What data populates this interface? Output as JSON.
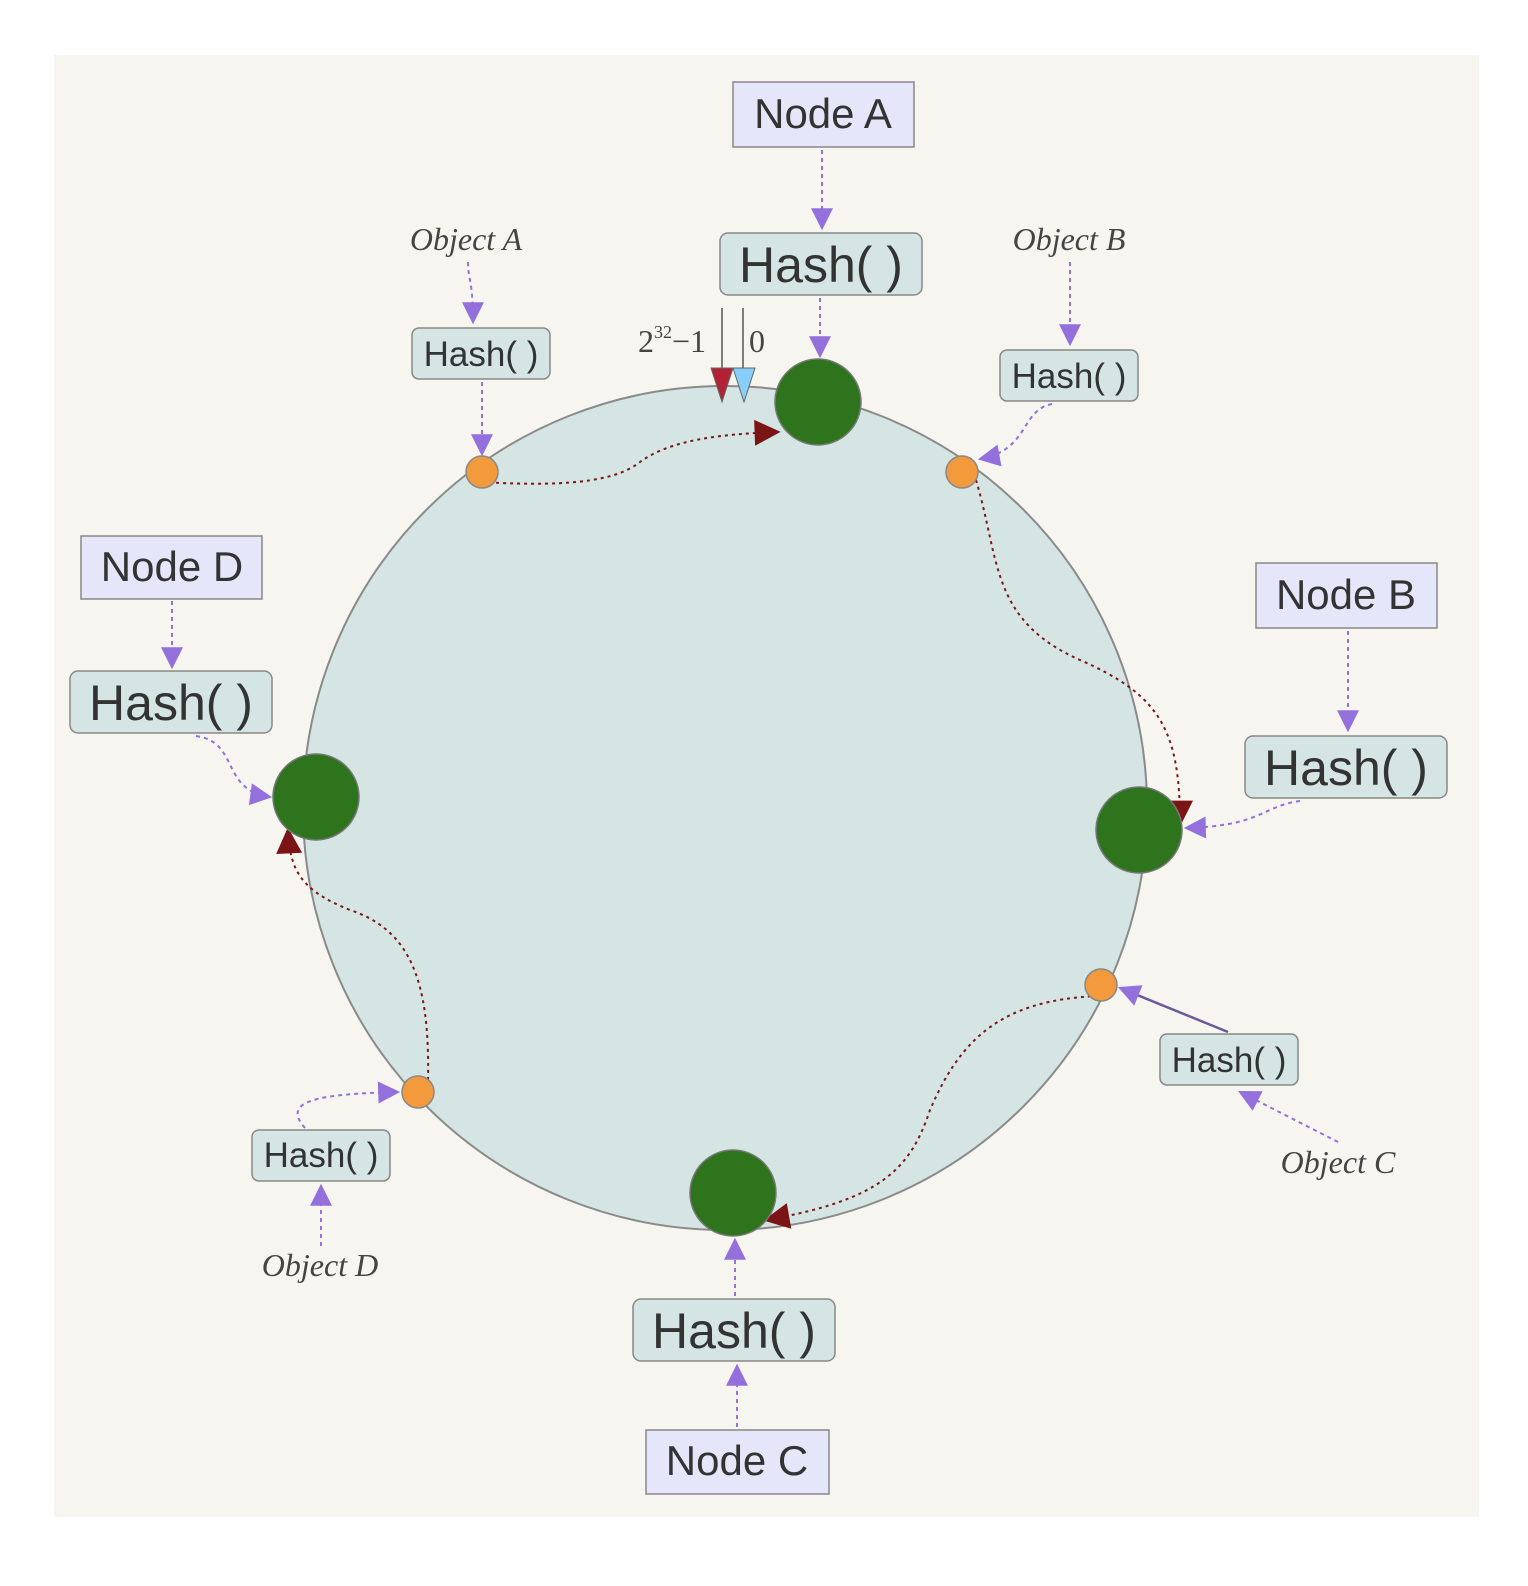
{
  "nodes": [
    {
      "id": "node-a",
      "label": "Node A",
      "hash": "Hash( )"
    },
    {
      "id": "node-b",
      "label": "Node B",
      "hash": "Hash( )"
    },
    {
      "id": "node-c",
      "label": "Node C",
      "hash": "Hash( )"
    },
    {
      "id": "node-d",
      "label": "Node D",
      "hash": "Hash( )"
    }
  ],
  "objects": [
    {
      "id": "object-a",
      "label": "Object A",
      "hash": "Hash( )"
    },
    {
      "id": "object-b",
      "label": "Object B",
      "hash": "Hash( )"
    },
    {
      "id": "object-c",
      "label": "Object C",
      "hash": "Hash( )"
    },
    {
      "id": "object-d",
      "label": "Object D",
      "hash": "Hash( )"
    }
  ],
  "ring": {
    "max_label_base": "2",
    "max_label_exp": "32",
    "max_label_suffix": "−1",
    "zero_label": "0"
  },
  "colors": {
    "background": "#f6f5f0",
    "ring_fill": "#d4e5e3",
    "node_dot": "#2d741c",
    "object_dot": "#f29a3c",
    "node_box": "#e6e6fa",
    "hash_box": "#d4e5e3",
    "hash_arrow": "#9370db",
    "route_arrow": "#7b1515"
  }
}
